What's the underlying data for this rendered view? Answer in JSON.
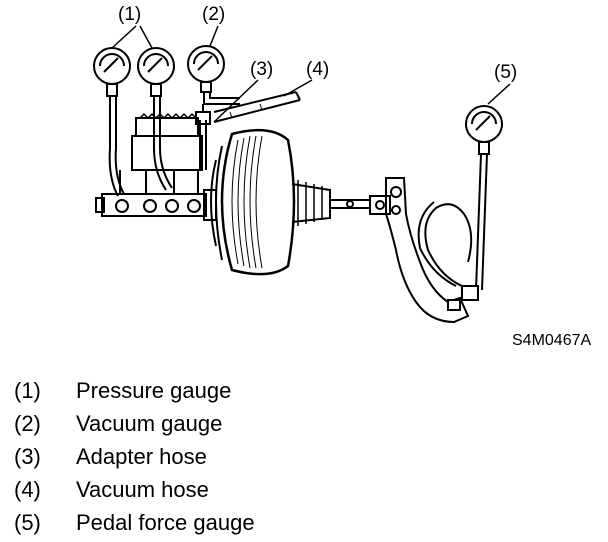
{
  "figure": {
    "callouts": [
      "(1)",
      "(2)",
      "(3)",
      "(4)",
      "(5)"
    ],
    "code": "S4M0467A"
  },
  "legend": [
    {
      "num": "(1)",
      "label": "Pressure gauge"
    },
    {
      "num": "(2)",
      "label": "Vacuum gauge"
    },
    {
      "num": "(3)",
      "label": "Adapter hose"
    },
    {
      "num": "(4)",
      "label": "Vacuum hose"
    },
    {
      "num": "(5)",
      "label": "Pedal force gauge"
    }
  ]
}
